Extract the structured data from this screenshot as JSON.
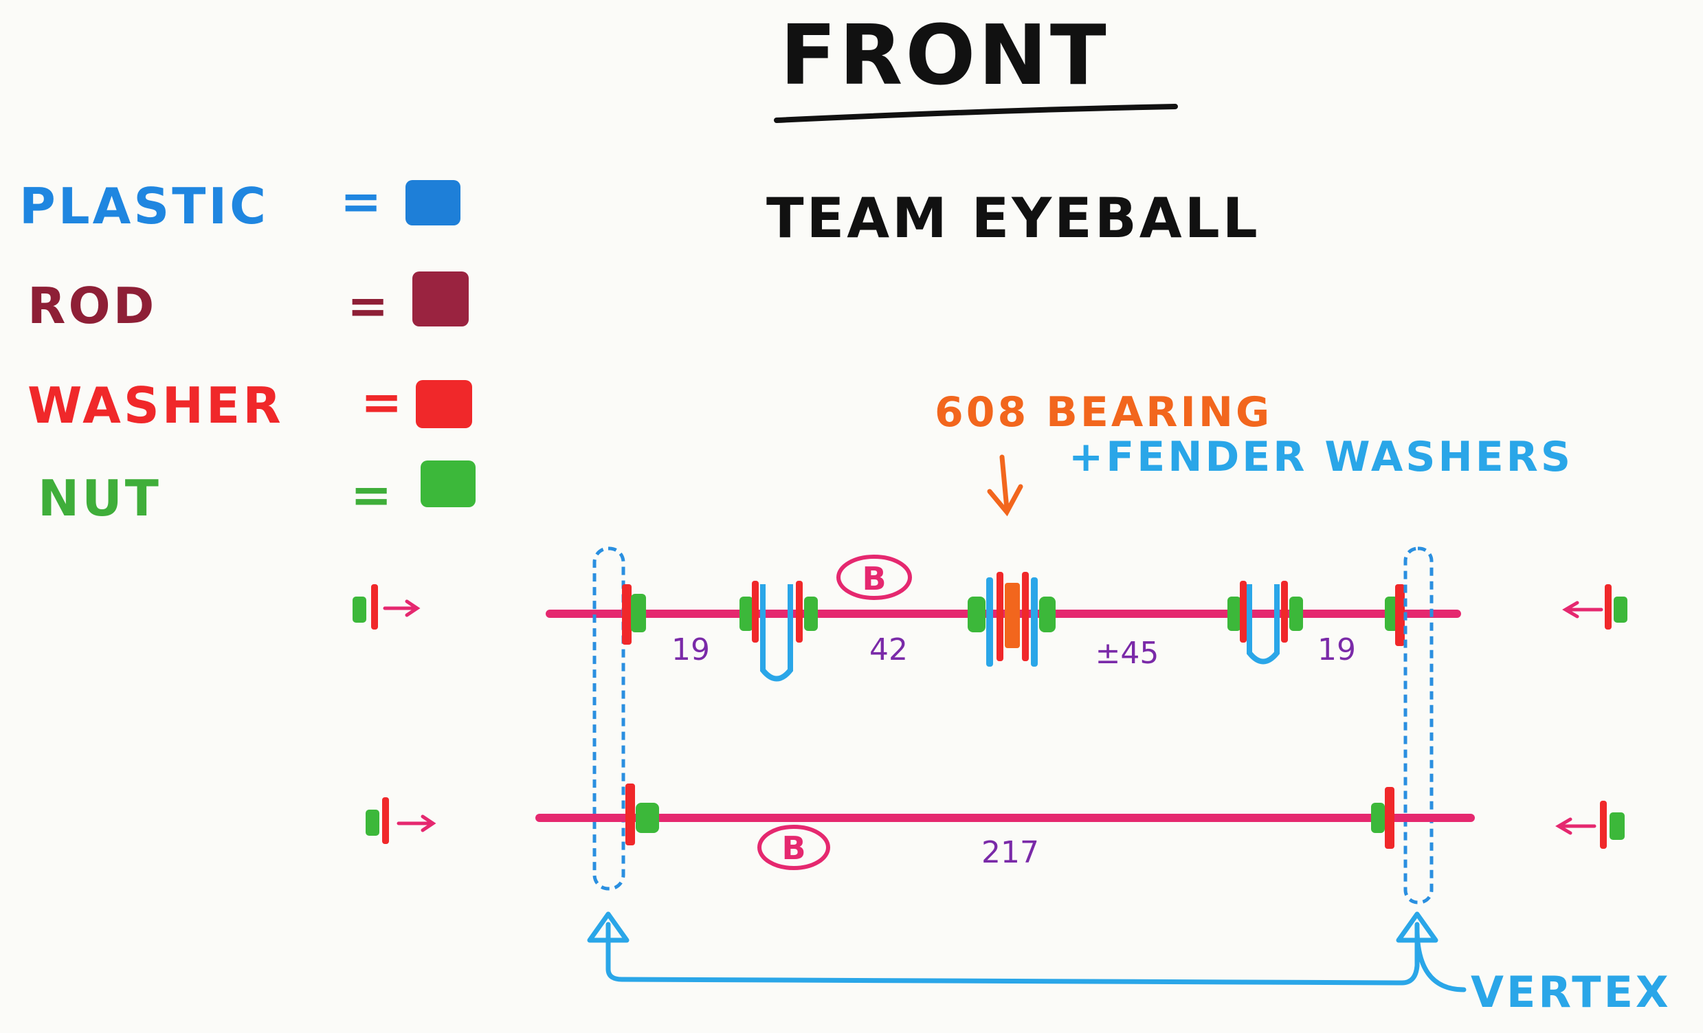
{
  "title": "FRONT",
  "subtitle": "TEAM EYEBALL",
  "legend": [
    {
      "label": "PLASTIC",
      "equals": "=",
      "color": "#1e7fd8",
      "text_color": "#1f86e0"
    },
    {
      "label": "ROD",
      "equals": "=",
      "color": "#9a2340",
      "text_color": "#8e1f36"
    },
    {
      "label": "WASHER",
      "equals": "=",
      "color": "#f0282a",
      "text_color": "#f0282a"
    },
    {
      "label": "NUT",
      "equals": "=",
      "color": "#3cb83a",
      "text_color": "#3fae3a"
    }
  ],
  "callouts": {
    "bearing": "608 BEARING",
    "fender": "+FENDER WASHERS",
    "bearing_color": "#f2661d",
    "fender_color": "#2aa6e8"
  },
  "top_rod": {
    "badge": "B",
    "measurements": [
      "19",
      "42",
      "±45",
      "19"
    ]
  },
  "bottom_rod": {
    "badge": "B",
    "measurement": "217"
  },
  "vertex_label": "VERTEX",
  "colors": {
    "ink": "#111111",
    "rod_pink": "#e5286f",
    "measure_purple": "#7a2aa8",
    "plastic_blue": "#2aa6e8"
  }
}
